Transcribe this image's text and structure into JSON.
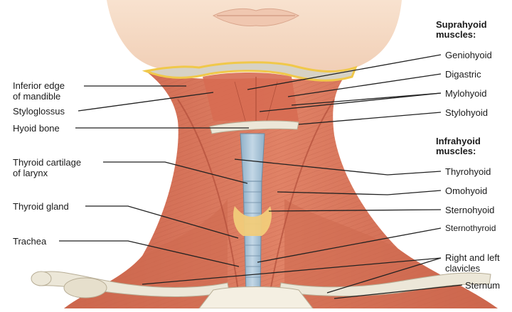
{
  "headings": {
    "suprahyoid": "Suprahyoid\nmuscles:",
    "infrahyoid": "Infrahyoid\nmuscles:"
  },
  "labels_left": {
    "inferior_edge": "Inferior edge\nof mandible",
    "styloglossus": "Styloglossus",
    "hyoid_bone": "Hyoid bone",
    "thyroid_cartilage": "Thyroid cartilage\nof larynx",
    "thyroid_gland": "Thyroid gland",
    "trachea": "Trachea"
  },
  "labels_right": {
    "geniohyoid": "Geniohyoid",
    "digastric": "Digastric",
    "mylohyoid": "Mylohyoid",
    "stylohyoid": "Stylohyoid",
    "thyrohyoid": "Thyrohyoid",
    "omohyoid": "Omohyoid",
    "sternohyoid": "Sternohyoid",
    "sternothyroid": "Sternothyroid",
    "clavicles": "Right and left\nclavicles",
    "sternum": "Sternum"
  },
  "colors": {
    "skin": "#f6dcc6",
    "muscle": "#d9725a",
    "muscle_dark": "#b8513d",
    "bone": "#e8e2cf",
    "trachea": "#a9c3d6",
    "gland": "#f1cc7a",
    "leader": "#222222"
  }
}
